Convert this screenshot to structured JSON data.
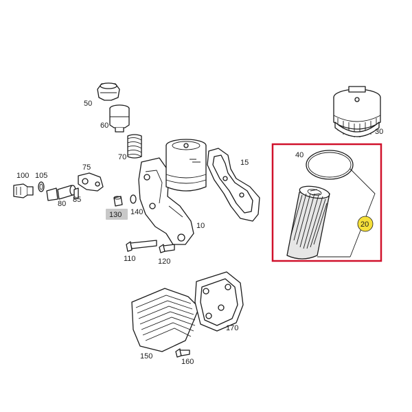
{
  "colors": {
    "highlight_box": "#d0112b",
    "highlight_badge": "#f6e03a",
    "grey_tag": "#c8c8c8",
    "line": "#1a1a1a"
  },
  "callouts": {
    "c10": "10",
    "c15": "15",
    "c20": "20",
    "c30": "30",
    "c40": "40",
    "c50": "50",
    "c60": "60",
    "c70": "70",
    "c75": "75",
    "c80": "80",
    "c85": "85",
    "c100": "100",
    "c105": "105",
    "c110": "110",
    "c120": "120",
    "c130": "130",
    "c140": "140",
    "c150": "150",
    "c160": "160",
    "c170": "170"
  }
}
